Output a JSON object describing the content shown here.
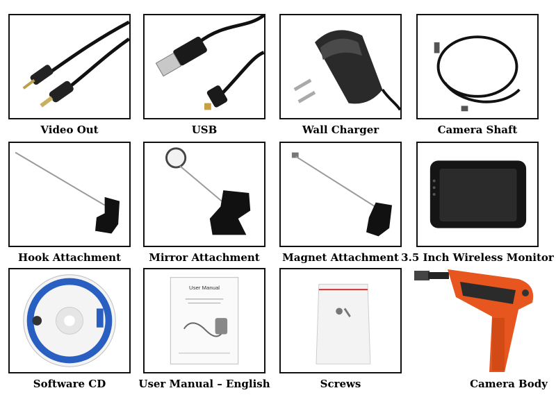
{
  "items": [
    {
      "label": "Video Out"
    },
    {
      "label": "USB"
    },
    {
      "label": "Wall Charger"
    },
    {
      "label": "Camera Shaft"
    },
    {
      "label": "Hook Attachment"
    },
    {
      "label": "Mirror Attachment"
    },
    {
      "label": "Magnet Attachment"
    },
    {
      "label": "3.5 Inch Wireless Monitor"
    },
    {
      "label": "Software CD"
    },
    {
      "label": "User Manual – English"
    },
    {
      "label": "Screws"
    },
    {
      "label": "Camera Body"
    }
  ],
  "manual": {
    "title": "User Manual"
  },
  "colors": {
    "border": "#111111",
    "accent_orange": "#e8561f",
    "cd_blue": "#2a5fc2"
  }
}
